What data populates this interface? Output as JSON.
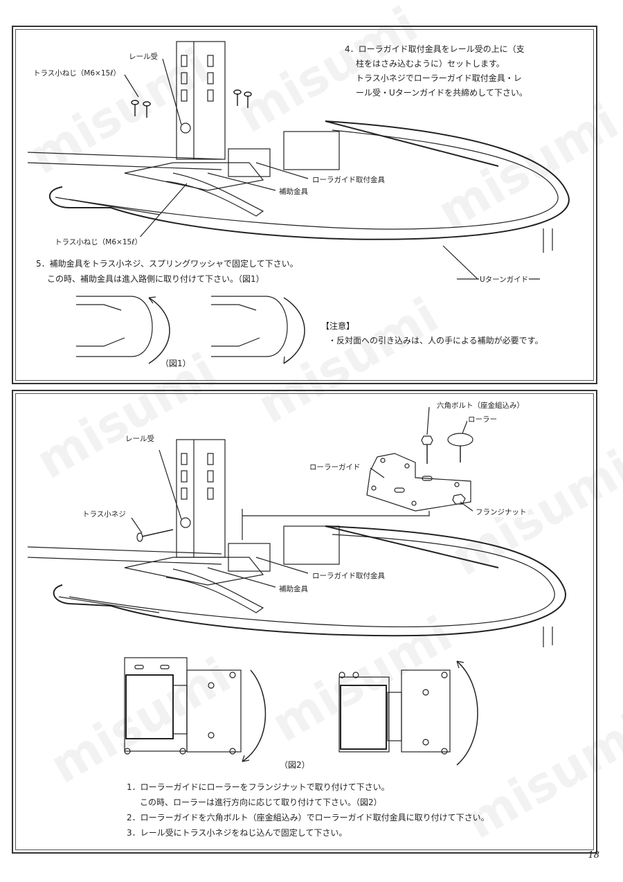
{
  "top": {
    "labels": {
      "rail_receiver": "レール受",
      "truss_screw_top": "トラス小ねじ（M6×15ℓ）",
      "roller_guide_bracket": "ローラガイド取付金具",
      "aux_bracket": "補助金具",
      "truss_screw_bottom": "トラス小ねじ（M6×15ℓ）",
      "u_turn_guide": "Uターンガイド"
    },
    "step4": [
      "4．ローラガイド取付金具をレール受の上に（支",
      "柱をはさみ込むように）セットします。",
      "トラス小ネジでローラーガイド取付金具・レ",
      "ール受・Uターンガイドを共締めして下さい。"
    ],
    "step5": [
      "5．補助金具をトラス小ネジ、スプリングワッシャで固定して下さい。",
      "この時、補助金具は進入路側に取り付けて下さい。（図1）"
    ],
    "fig1_caption": "（図1）",
    "note_title": "【注意】",
    "note_text": "・反対面への引き込みは、人の手による補助が必要です。"
  },
  "bottom": {
    "labels": {
      "hex_bolt": "六角ボルト（座金組込み）",
      "roller": "ローラー",
      "roller_guide": "ローラーガイド",
      "rail_receiver": "レール受",
      "flange_nut": "フランジナット",
      "truss_screw": "トラス小ネジ",
      "roller_guide_bracket": "ローラガイド取付金具",
      "aux_bracket": "補助金具"
    },
    "fig2_caption": "（図2）",
    "steps": [
      "1．ローラーガイドにローラーをフランジナットで取り付けて下さい。",
      "この時、ローラーは進行方向に応じて取り付けて下さい。（図2）",
      "2．ローラーガイドを六角ボルト（座金組込み）でローラーガイド取付金具に取り付けて下さい。",
      "3．レール受にトラス小ネジをねじ込んで固定して下さい。"
    ]
  },
  "watermark": "misumi",
  "page_number": "18"
}
